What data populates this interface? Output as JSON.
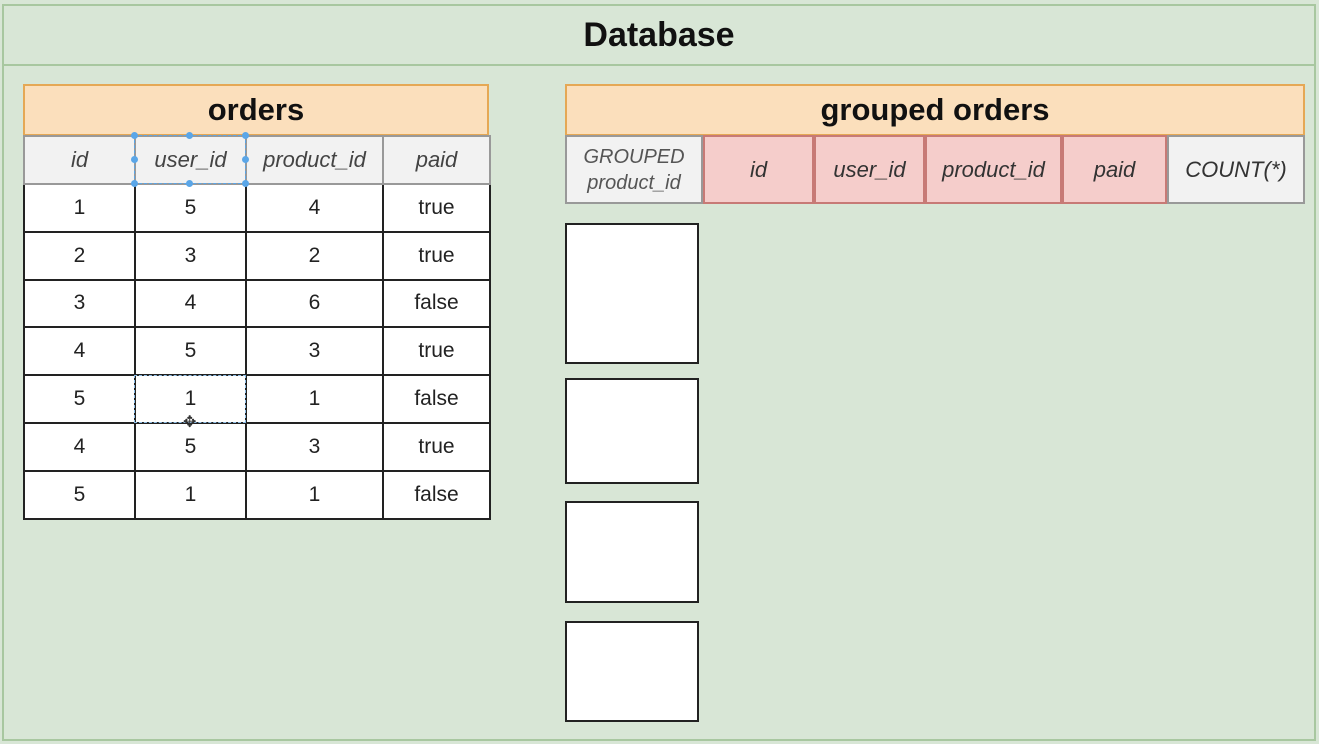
{
  "database": {
    "title": "Database"
  },
  "orders": {
    "title": "orders",
    "columns": [
      "id",
      "user_id",
      "product_id",
      "paid"
    ],
    "rows": [
      [
        "1",
        "5",
        "4",
        "true"
      ],
      [
        "2",
        "3",
        "2",
        "true"
      ],
      [
        "3",
        "4",
        "6",
        "false"
      ],
      [
        "4",
        "5",
        "3",
        "true"
      ],
      [
        "5",
        "1",
        "1",
        "false"
      ],
      [
        "4",
        "5",
        "3",
        "true"
      ],
      [
        "5",
        "1",
        "1",
        "false"
      ]
    ]
  },
  "grouped_orders": {
    "title": "grouped orders",
    "grouped_label_line1": "GROUPED",
    "grouped_label_line2": "product_id",
    "columns": [
      "id",
      "user_id",
      "product_id",
      "paid"
    ],
    "count_label": "COUNT(*)"
  },
  "colors": {
    "background": "#d8e6d6",
    "title_fill": "#fbdfbc",
    "title_border": "#e5a855",
    "grouped_column_fill": "#f5cdcb",
    "selection": "#5aa6e8"
  }
}
